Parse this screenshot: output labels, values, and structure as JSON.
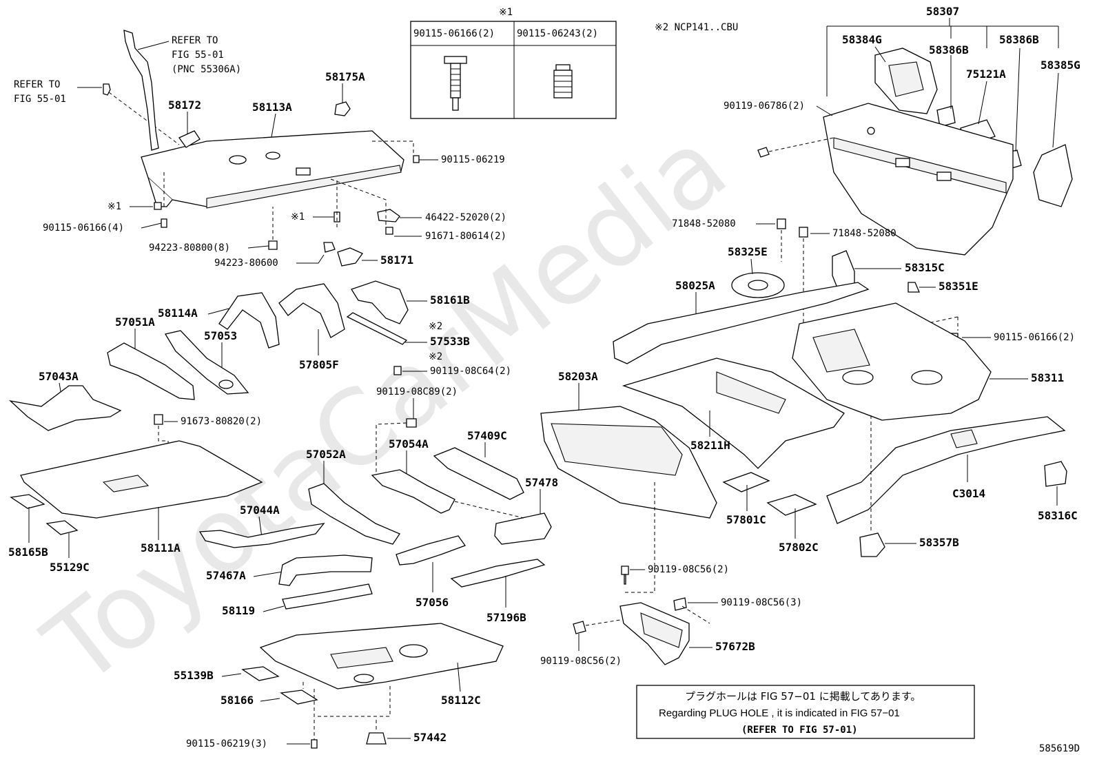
{
  "watermark": "ToyotaCarMedia",
  "figure_id": "585619D",
  "notes": {
    "note2": "※2 NCP141..CBU",
    "refer_top_left": [
      "REFER TO",
      "FIG 55-01"
    ],
    "refer_pillar": [
      "REFER TO",
      "FIG 55-01",
      "(PNC 55306A)"
    ]
  },
  "inset": {
    "mark": "※1",
    "col1": "90115-06166(2)",
    "col2": "90115-06243(2)"
  },
  "plug_note": {
    "jp": "プラグホールは FIG 57−01 に掲載してあります。",
    "en": "Regarding  PLUG  HOLE , it is indicated in FIG  57−01",
    "ref": "(REFER TO FIG 57-01)"
  },
  "marks": {
    "m1": "※1",
    "m2": "※2"
  },
  "labels": {
    "p58307": "58307",
    "p58384G": "58384G",
    "p58386B_a": "58386B",
    "p58386B_b": "58386B",
    "p75121A": "75121A",
    "p58385G": "58385G",
    "p90119_06786": "90119-06786(2)",
    "p71848_a": "71848-52080",
    "p71848_b": "71848-52080",
    "p58325E": "58325E",
    "p58315C": "58315C",
    "p58025A": "58025A",
    "p58351E": "58351E",
    "p90115_06166_2": "90115-06166(2)",
    "p58311": "58311",
    "p58203A": "58203A",
    "p58211H": "58211H",
    "pC3014": "C3014",
    "p58316C": "58316C",
    "p57801C": "57801C",
    "p57802C": "57802C",
    "p58357B": "58357B",
    "p90119_08C56_a": "90119-08C56(2)",
    "p90119_08C56_b": "90119-08C56(3)",
    "p90119_08C56_c": "90119-08C56(2)",
    "p57672B": "57672B",
    "p58175A": "58175A",
    "p58172": "58172",
    "p58113A": "58113A",
    "p90115_06219": "90115-06219",
    "p90115_06166_4": "90115-06166(4)",
    "p46422": "46422-52020(2)",
    "p91671": "91671-80614(2)",
    "p94223_80800": "94223-80800(8)",
    "p94223_80600": "94223-80600",
    "p58171": "58171",
    "p58114A": "58114A",
    "p58161B": "58161B",
    "p57051A": "57051A",
    "p57053": "57053",
    "p57533B": "57533B",
    "p57805F": "57805F",
    "p90119_08C64": "90119-08C64(2)",
    "p57043A": "57043A",
    "p90119_08C89": "90119-08C89(2)",
    "p91673": "91673-80820(2)",
    "p57054A": "57054A",
    "p57409C": "57409C",
    "p57052A": "57052A",
    "p57478": "57478",
    "p58111A": "58111A",
    "p57044A": "57044A",
    "p58165B": "58165B",
    "p55129C": "55129C",
    "p57467A": "57467A",
    "p57056": "57056",
    "p57196B": "57196B",
    "p58119": "58119",
    "p55139B": "55139B",
    "p58112C": "58112C",
    "p58166": "58166",
    "p90115_06219_3": "90115-06219(3)",
    "p57442": "57442"
  }
}
